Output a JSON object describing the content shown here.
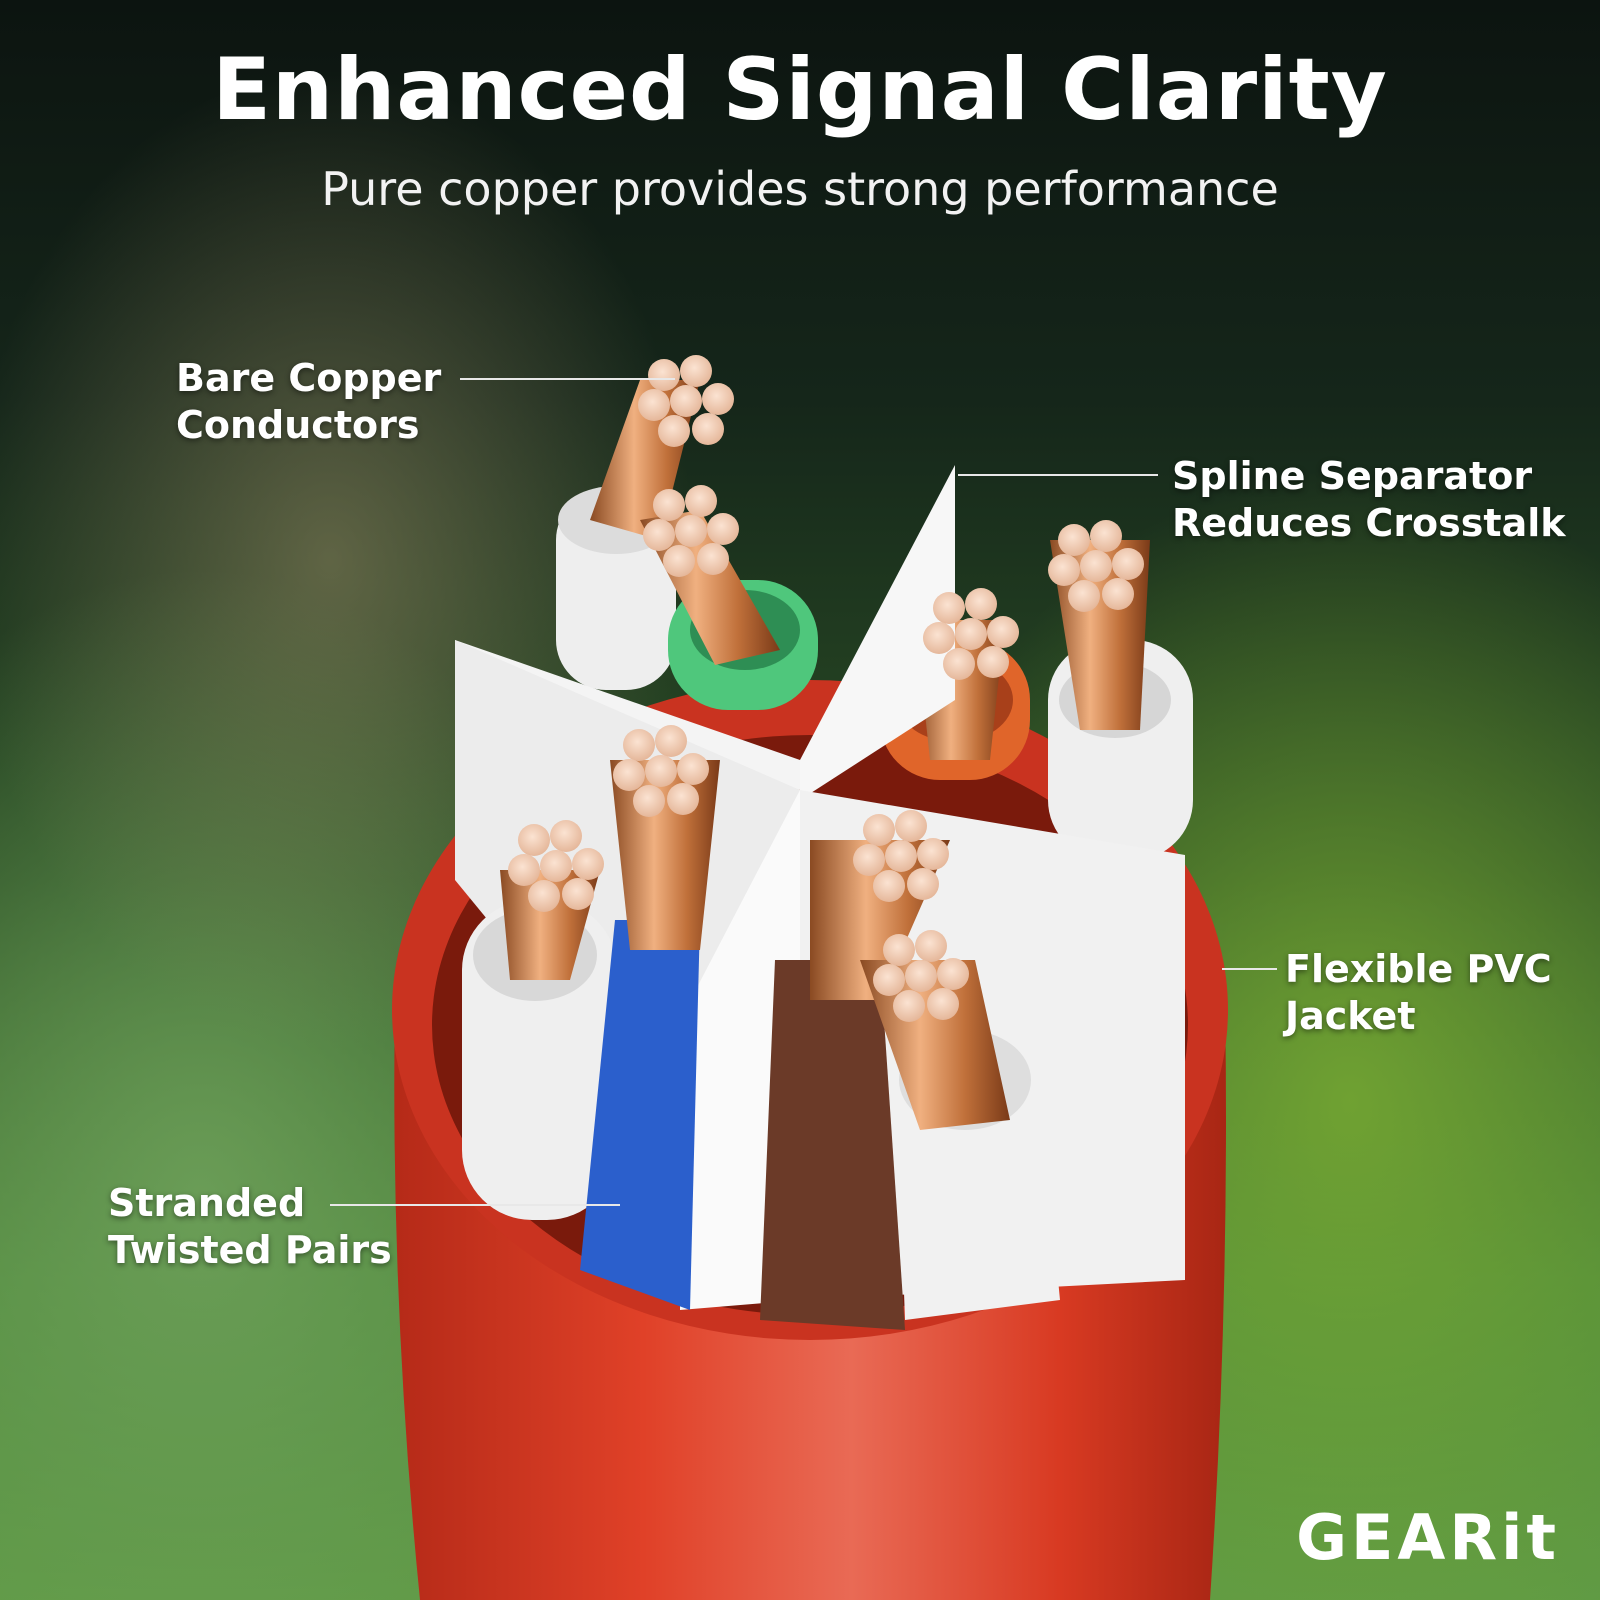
{
  "heading": {
    "title": "Enhanced Signal Clarity",
    "subtitle": "Pure copper provides strong performance"
  },
  "callouts": {
    "bare_copper": {
      "line1": "Bare Copper",
      "line2": "Conductors"
    },
    "spline": {
      "line1": "Spline Separator",
      "line2": "Reduces Crosstalk"
    },
    "jacket": {
      "line1": "Flexible PVC",
      "line2": "Jacket"
    },
    "stranded": {
      "line1": "Stranded",
      "line2": "Twisted Pairs"
    }
  },
  "brand": {
    "logo_text": "GEARit"
  },
  "colors": {
    "jacket": "#d83a22",
    "copper": "#d68a55",
    "spline": "#f2f2f2",
    "wire_green": "#4fc77c",
    "wire_orange": "#e0652a",
    "wire_blue": "#2b5fcc",
    "wire_brown": "#6b3a28",
    "wire_white": "#f1f1f1"
  }
}
